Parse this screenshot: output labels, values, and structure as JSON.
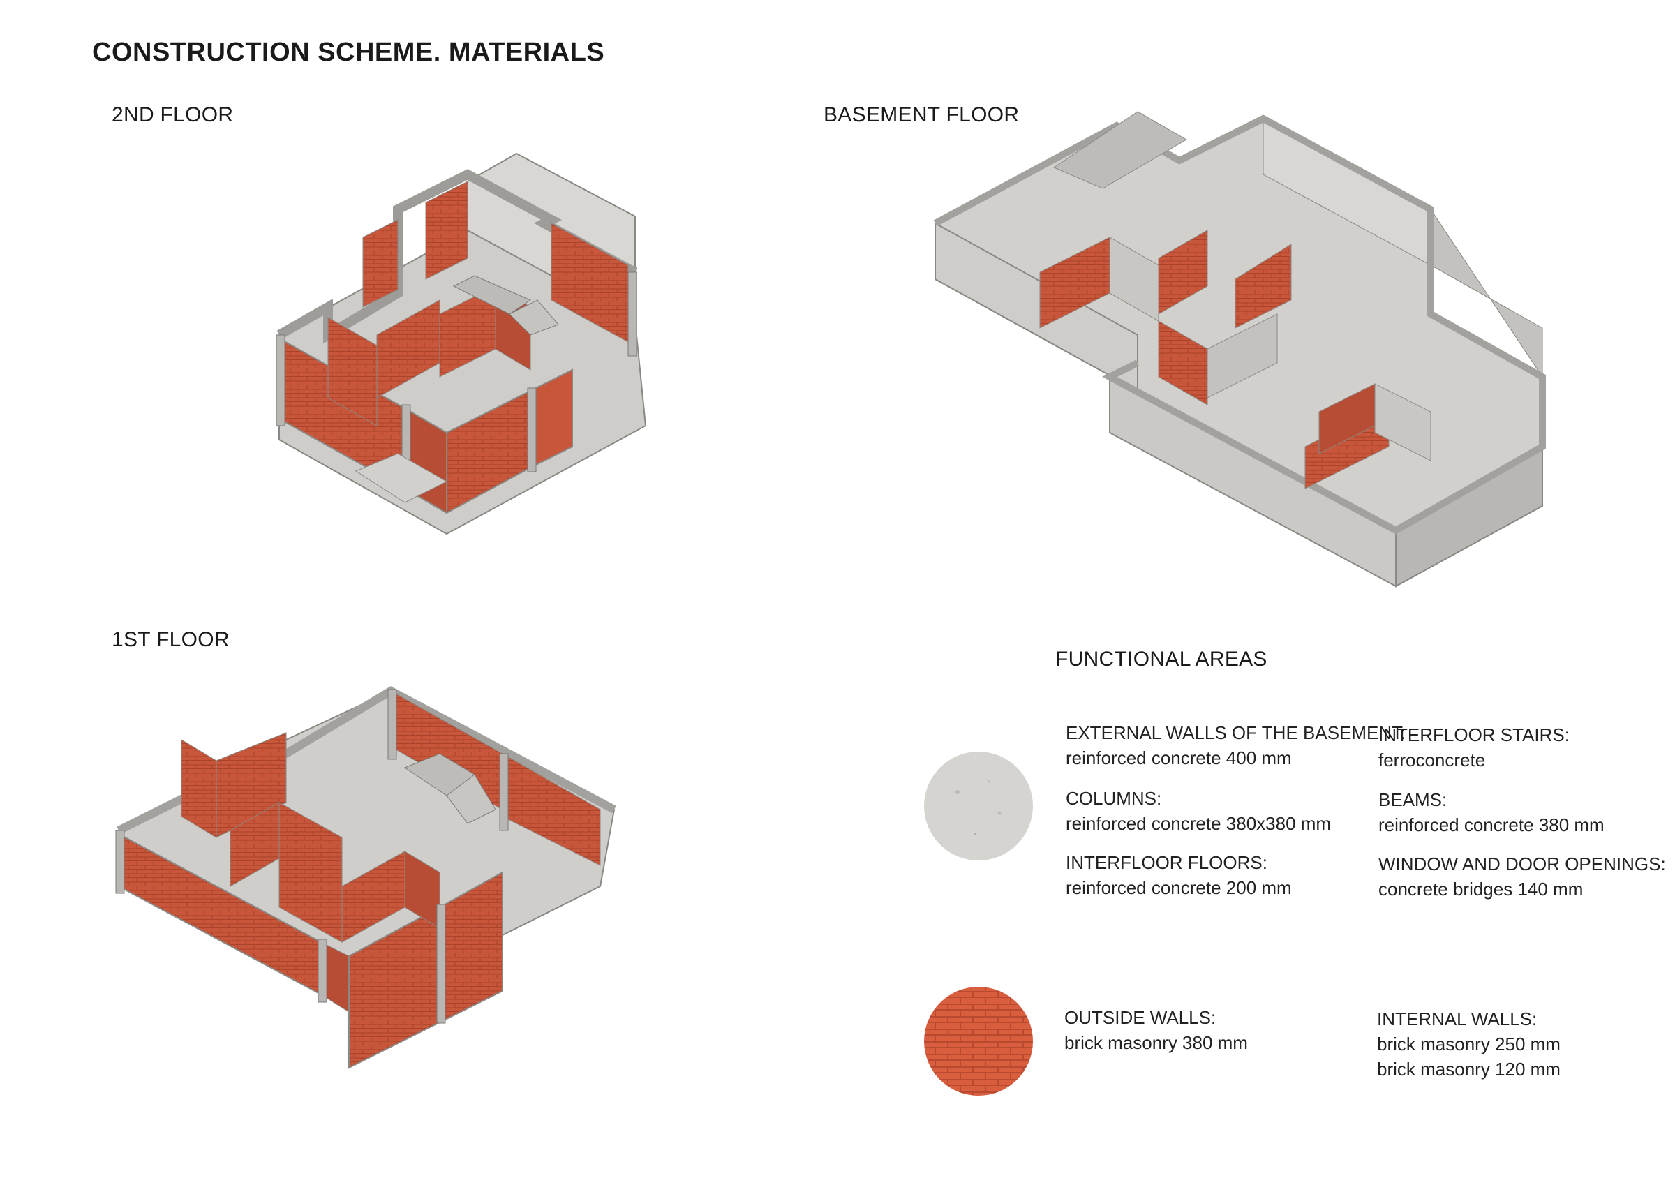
{
  "title": "CONSTRUCTION SCHEME. MATERIALS",
  "plans": {
    "second_floor": "2ND FLOOR",
    "basement_floor": "BASEMENT FLOOR",
    "first_floor": "1ST FLOOR"
  },
  "legend": {
    "title": "FUNCTIONAL AREAS",
    "swatches": {
      "concrete": "#d6d4d0",
      "brick": "#d85e3e"
    },
    "concrete_items": [
      {
        "heading": "EXTERNAL WALLS OF THE BASEMENT:",
        "value": "reinforced concrete 400 mm"
      },
      {
        "heading": "INTERFLOOR STAIRS:",
        "value": "ferroconcrete"
      },
      {
        "heading": "COLUMNS:",
        "value": "reinforced concrete 380x380 mm"
      },
      {
        "heading": "BEAMS:",
        "value": "reinforced concrete 380 mm"
      },
      {
        "heading": "INTERFLOOR FLOORS:",
        "value": "reinforced concrete 200 mm"
      },
      {
        "heading": "WINDOW AND DOOR OPENINGS:",
        "value": "concrete bridges 140 mm"
      }
    ],
    "brick_items": [
      {
        "heading": "OUTSIDE WALLS:",
        "values": [
          "brick masonry 380 mm"
        ]
      },
      {
        "heading": "INTERNAL WALLS:",
        "values": [
          "brick masonry 250 mm",
          "brick masonry 120 mm"
        ]
      }
    ]
  },
  "colors": {
    "brick": "#c8563a",
    "brick_dark": "#a9432b",
    "concrete": "#cfcdc9",
    "concrete_dark": "#9e9c98",
    "concrete_top": "#e6e4e0"
  }
}
